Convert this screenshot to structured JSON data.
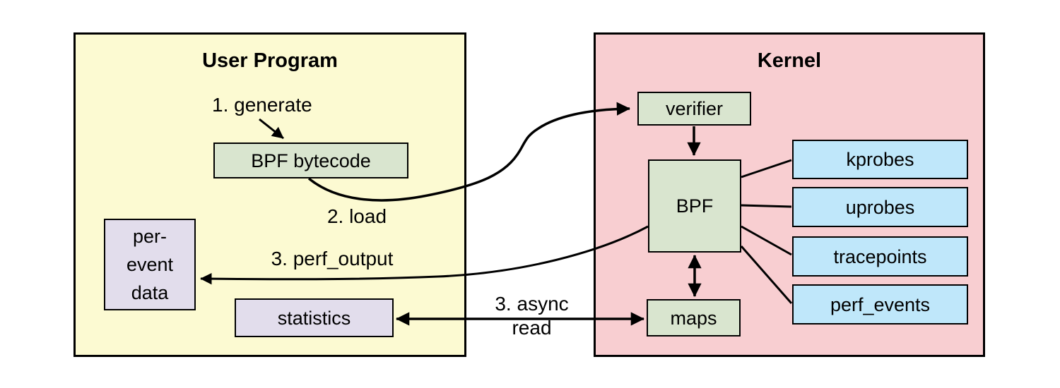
{
  "diagram": {
    "user_panel": {
      "title": "User Program"
    },
    "kernel_panel": {
      "title": "Kernel"
    },
    "nodes": {
      "bpf_bytecode": {
        "label": "BPF bytecode"
      },
      "per_event_data": {
        "lines": [
          "per-",
          "event",
          "data"
        ]
      },
      "statistics": {
        "label": "statistics"
      },
      "verifier": {
        "label": "verifier"
      },
      "bpf": {
        "label": "BPF"
      },
      "maps": {
        "label": "maps"
      },
      "kprobes": {
        "label": "kprobes"
      },
      "uprobes": {
        "label": "uprobes"
      },
      "tracepoints": {
        "label": "tracepoints"
      },
      "perf_events": {
        "label": "perf_events"
      }
    },
    "edge_labels": {
      "generate": "1. generate",
      "load": "2. load",
      "perf_output": "3. perf_output",
      "async_read": {
        "lines": [
          "3. async",
          "read"
        ]
      }
    },
    "colors": {
      "user_panel_bg": "#fcfad2",
      "kernel_panel_bg": "#f8ced1",
      "process_box_bg": "#d9e5cf",
      "user_data_box_bg": "#e2ddec",
      "event_source_box_bg": "#bfe7fa",
      "line": "#000000"
    }
  }
}
